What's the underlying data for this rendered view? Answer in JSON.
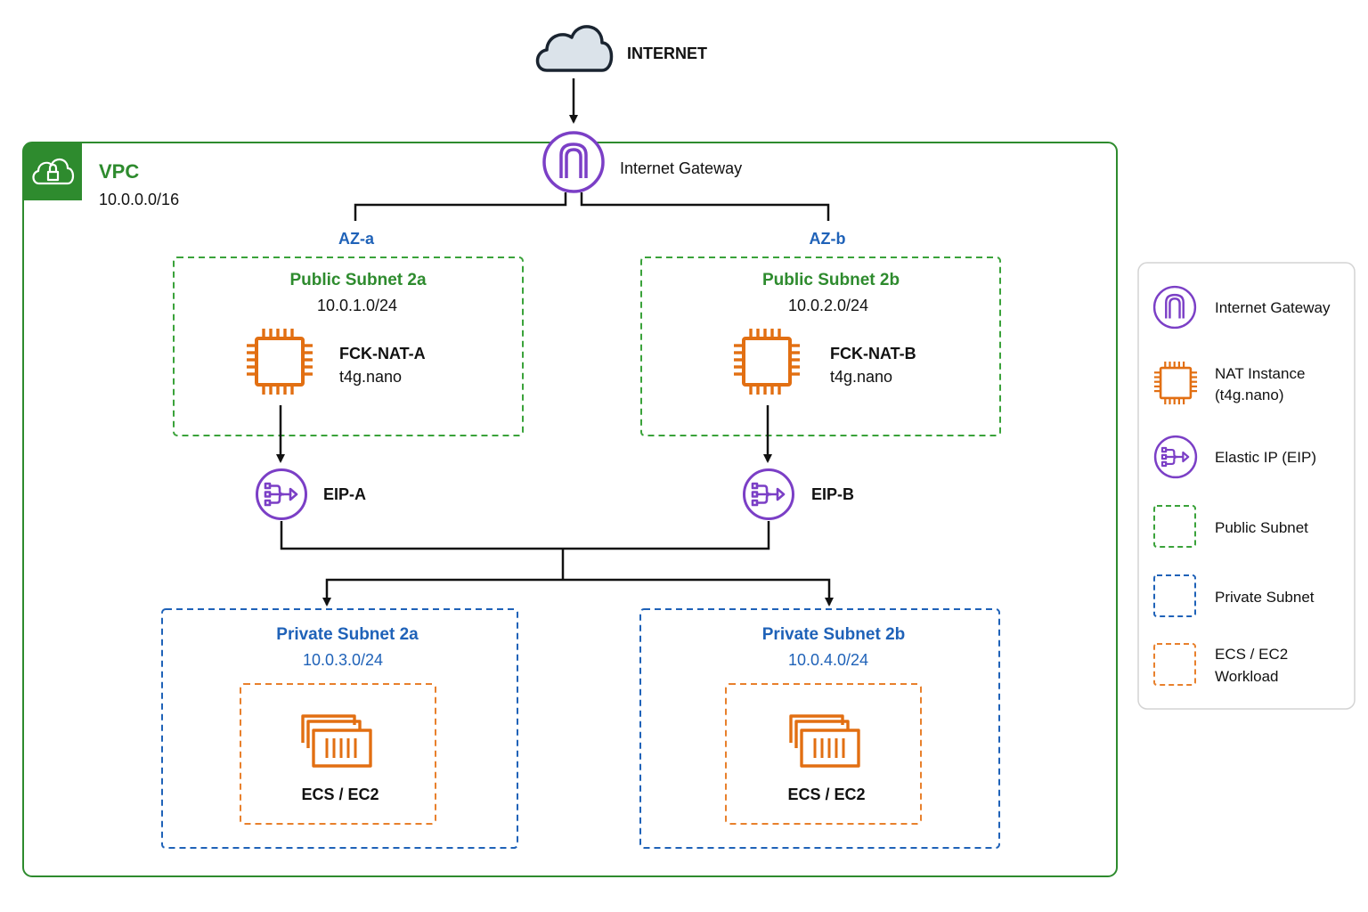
{
  "colors": {
    "vpc_green": "#2e8b2e",
    "public_subnet_green": "#3aa23a",
    "private_subnet_blue": "#1f62b8",
    "workload_orange": "#e8802c",
    "icon_purple": "#7b3fc6",
    "nat_orange": "#e26f12",
    "line_black": "#111111",
    "cloud_fill": "#dbe3ea"
  },
  "internet": {
    "label": "INTERNET",
    "icon": "cloud-icon"
  },
  "igw": {
    "label": "Internet Gateway",
    "icon": "internet-gateway-icon"
  },
  "vpc": {
    "title": "VPC",
    "cidr": "10.0.0.0/16",
    "icon": "vpc-cloud-lock-icon"
  },
  "az_a": {
    "label": "AZ-a",
    "public_subnet": {
      "title": "Public Subnet 2a",
      "cidr": "10.0.1.0/24",
      "nat": {
        "name": "FCK-NAT-A",
        "type": "t4g.nano",
        "icon": "ec2-chip-icon"
      }
    },
    "eip": {
      "label": "EIP-A",
      "icon": "elastic-ip-icon"
    },
    "private_subnet": {
      "title": "Private Subnet 2a",
      "cidr": "10.0.3.0/24",
      "workload": {
        "label": "ECS / EC2",
        "icon": "ecs-container-icon"
      }
    }
  },
  "az_b": {
    "label": "AZ-b",
    "public_subnet": {
      "title": "Public Subnet 2b",
      "cidr": "10.0.2.0/24",
      "nat": {
        "name": "FCK-NAT-B",
        "type": "t4g.nano",
        "icon": "ec2-chip-icon"
      }
    },
    "eip": {
      "label": "EIP-B",
      "icon": "elastic-ip-icon"
    },
    "private_subnet": {
      "title": "Private Subnet 2b",
      "cidr": "10.0.4.0/24",
      "workload": {
        "label": "ECS / EC2",
        "icon": "ecs-container-icon"
      }
    }
  },
  "legend": {
    "items": [
      {
        "lines": [
          "Internet Gateway"
        ],
        "icon": "internet-gateway-icon"
      },
      {
        "lines": [
          "NAT Instance",
          "(t4g.nano)"
        ],
        "icon": "ec2-chip-icon"
      },
      {
        "lines": [
          "Elastic IP (EIP)"
        ],
        "icon": "elastic-ip-icon"
      },
      {
        "lines": [
          "Public Subnet"
        ],
        "icon": "public-subnet-swatch"
      },
      {
        "lines": [
          "Private Subnet"
        ],
        "icon": "private-subnet-swatch"
      },
      {
        "lines": [
          "ECS / EC2",
          "Workload"
        ],
        "icon": "workload-swatch"
      }
    ]
  }
}
